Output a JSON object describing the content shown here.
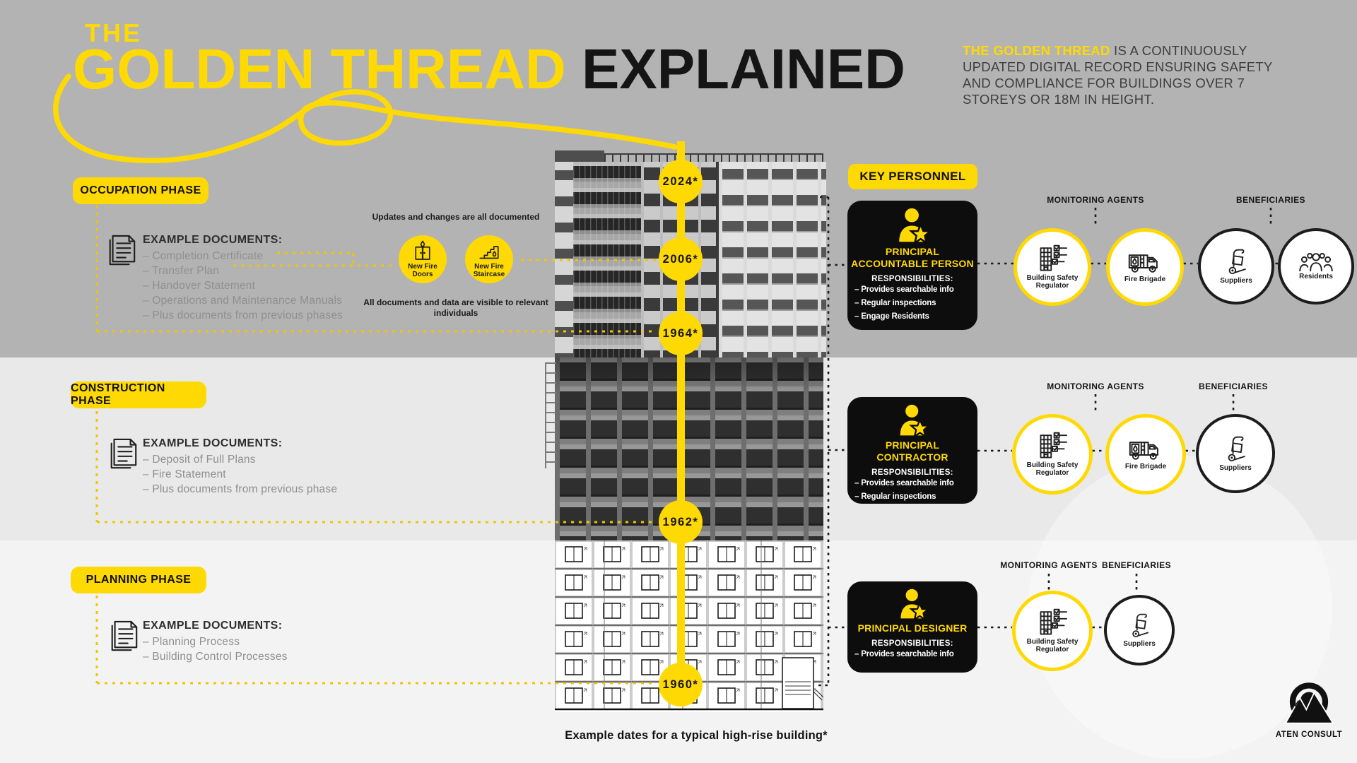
{
  "title": {
    "small": "THE",
    "big_yellow": "GOLDEN THREAD ",
    "big_black": "EXPLAINED"
  },
  "intro": {
    "highlight": "THE GOLDEN THREAD",
    "rest": " IS A CONTINUOUSLY UPDATED DIGITAL RECORD ENSURING SAFETY AND COMPLIANCE FOR BUILDINGS OVER 7 STOREYS OR 18M IN HEIGHT."
  },
  "phases": [
    {
      "label": "OCCUPATION PHASE",
      "docs_title": "EXAMPLE DOCUMENTS:",
      "docs": [
        "– Completion Certificate",
        "– Transfer Plan",
        "– Handover Statement",
        "– Operations and Maintenance Manuals",
        "– Plus documents from previous phases"
      ]
    },
    {
      "label": "CONSTRUCTION PHASE",
      "docs_title": "EXAMPLE DOCUMENTS:",
      "docs": [
        "– Deposit of Full Plans",
        "– Fire Statement",
        "– Plus documents from previous phase"
      ]
    },
    {
      "label": "PLANNING PHASE",
      "docs_title": "EXAMPLE DOCUMENTS:",
      "docs": [
        "– Planning Process",
        "– Building Control Processes"
      ]
    }
  ],
  "middle_notes": {
    "top": "Updates and changes are all documented",
    "bottom": "All documents and data are visible to relevant individuals",
    "circles": [
      {
        "label": "New Fire Doors"
      },
      {
        "label": "New Fire Staircase"
      }
    ]
  },
  "timeline": {
    "dates": [
      "2024*",
      "2006*",
      "1964*",
      "1962*",
      "1960*"
    ],
    "caption": "Example dates for a typical high-rise building*"
  },
  "key_personnel": {
    "header": "KEY PERSONNEL",
    "monitoring_label": "MONITORING AGENTS",
    "beneficiaries_label": "BENEFICIARIES",
    "cards": [
      {
        "title": "PRINCIPAL ACCOUNTABLE PERSON",
        "resp_title": "RESPONSIBILITIES:",
        "responsibilities": [
          "– Provides searchable info",
          "– Regular inspections",
          "– Engage Residents"
        ]
      },
      {
        "title": "PRINCIPAL CONTRACTOR",
        "resp_title": "RESPONSIBILITIES:",
        "responsibilities": [
          "– Provides searchable info",
          "– Regular inspections"
        ]
      },
      {
        "title": "PRINCIPAL DESIGNER",
        "resp_title": "RESPONSIBILITIES:",
        "responsibilities": [
          "– Provides searchable info"
        ]
      }
    ]
  },
  "agents": {
    "bsr": "Building Safety Regulator",
    "fire": "Fire Brigade",
    "suppliers": "Suppliers",
    "residents": "Residents"
  },
  "logo": "ATEN CONSULT",
  "colors": {
    "yellow": "#FFD903",
    "band_top": "#b3b3b3",
    "band_mid": "#e9e9e9",
    "band_bottom": "#f3f3f3",
    "card_black": "#0d0d0d",
    "muted_text": "#8f8f8f"
  }
}
